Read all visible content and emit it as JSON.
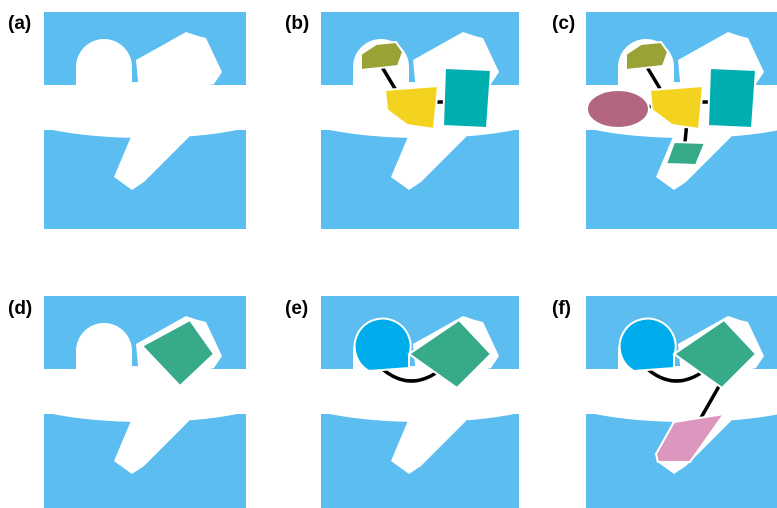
{
  "figure": {
    "panels": [
      {
        "label": "(a)"
      },
      {
        "label": "(b)"
      },
      {
        "label": "(c)"
      },
      {
        "label": "(d)"
      },
      {
        "label": "(e)"
      },
      {
        "label": "(f)"
      }
    ]
  },
  "colors": {
    "background_sky": "#5bbdf0",
    "free_space": "#ffffff",
    "olive_region": "#98a235",
    "yellow_region": "#f4d320",
    "teal_region": "#00aeb0",
    "mauve_region": "#b36682",
    "green_region": "#36aa89",
    "cyan_region": "#00adec",
    "pink_region": "#dc97be",
    "edge": "#000000"
  }
}
